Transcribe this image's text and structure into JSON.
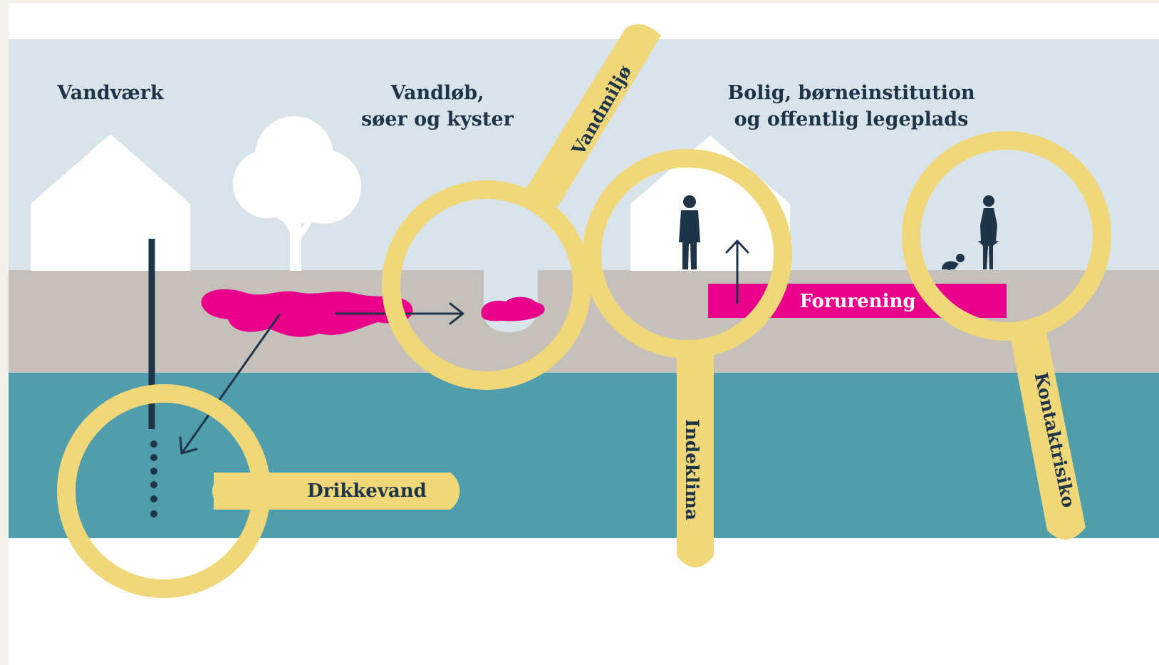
{
  "labels": {
    "vandvaerk": "Vandværk",
    "vandlob_line1": "Vandløb,",
    "vandlob_line2": "søer og kyster",
    "bolig_line1": "Bolig, børneinstitution",
    "bolig_line2": "og offentlig legeplads",
    "forurening": "Forurening"
  },
  "magnifiers": {
    "drikkevand": "Drikkevand",
    "vandmiljo": "Vandmiljø",
    "indeklima": "Indeklima",
    "kontaktrisiko": "Kontaktrisiko"
  },
  "colors": {
    "sky": "#d9e4ea",
    "soil": "#c5c1ba",
    "groundwater": "#509eac",
    "pollution": "#e8008b",
    "magnifier": "#f0d77a",
    "ink": "#1e3448"
  }
}
